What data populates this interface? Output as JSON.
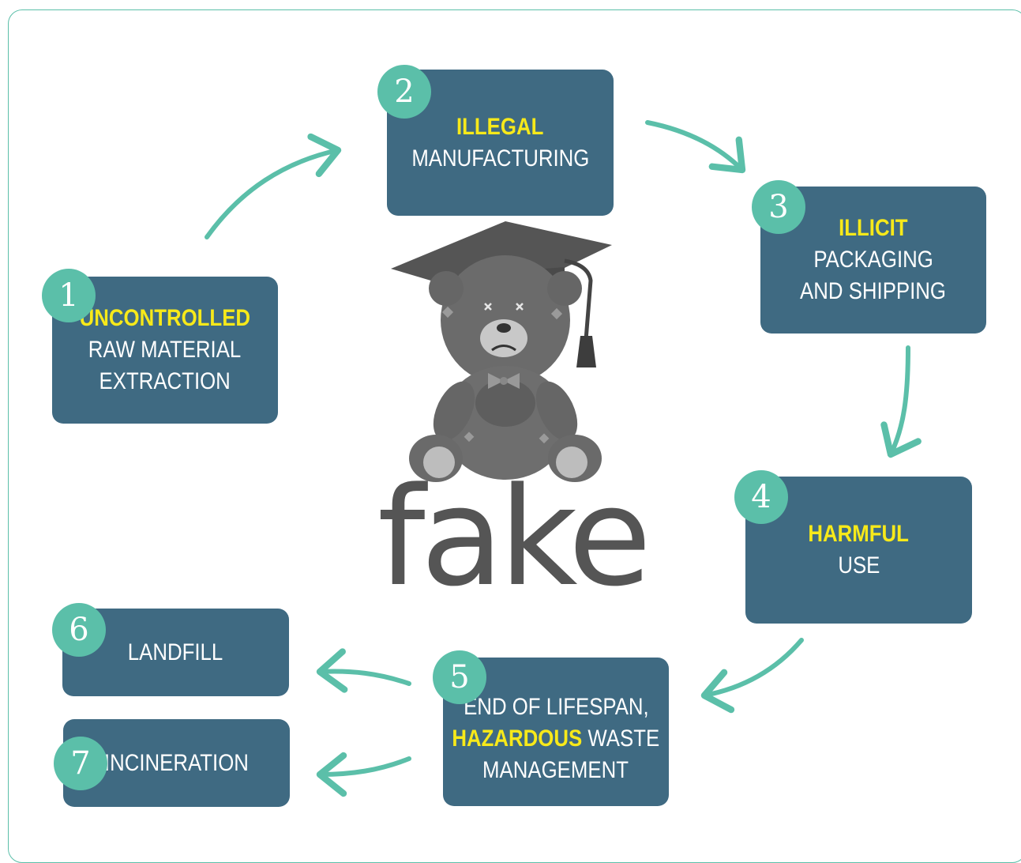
{
  "logo_text": "fake",
  "steps": [
    {
      "number": "1",
      "highlight": "UNCONTROLLED",
      "lines": [
        "RAW MATERIAL",
        "EXTRACTION"
      ]
    },
    {
      "number": "2",
      "highlight": "ILLEGAL",
      "lines": [
        "MANUFACTURING"
      ]
    },
    {
      "number": "3",
      "highlight": "ILLICIT",
      "lines": [
        "PACKAGING",
        "AND SHIPPING"
      ]
    },
    {
      "number": "4",
      "highlight": "HARMFUL",
      "lines": [
        "USE"
      ]
    },
    {
      "number": "5",
      "line1": "END OF LIFESPAN,",
      "highlight": "HAZARDOUS",
      "highlight_suffix": " WASTE",
      "line3": "MANAGEMENT"
    },
    {
      "number": "6",
      "lines": [
        "LANDFILL"
      ]
    },
    {
      "number": "7",
      "lines": [
        "INCINERATION"
      ]
    }
  ],
  "colors": {
    "box": "#3f6a82",
    "accent": "#5bbfa9",
    "highlight": "#f7e91a",
    "logo": "#555555"
  },
  "icons": [
    "teddy-bear-graduate-icon"
  ]
}
